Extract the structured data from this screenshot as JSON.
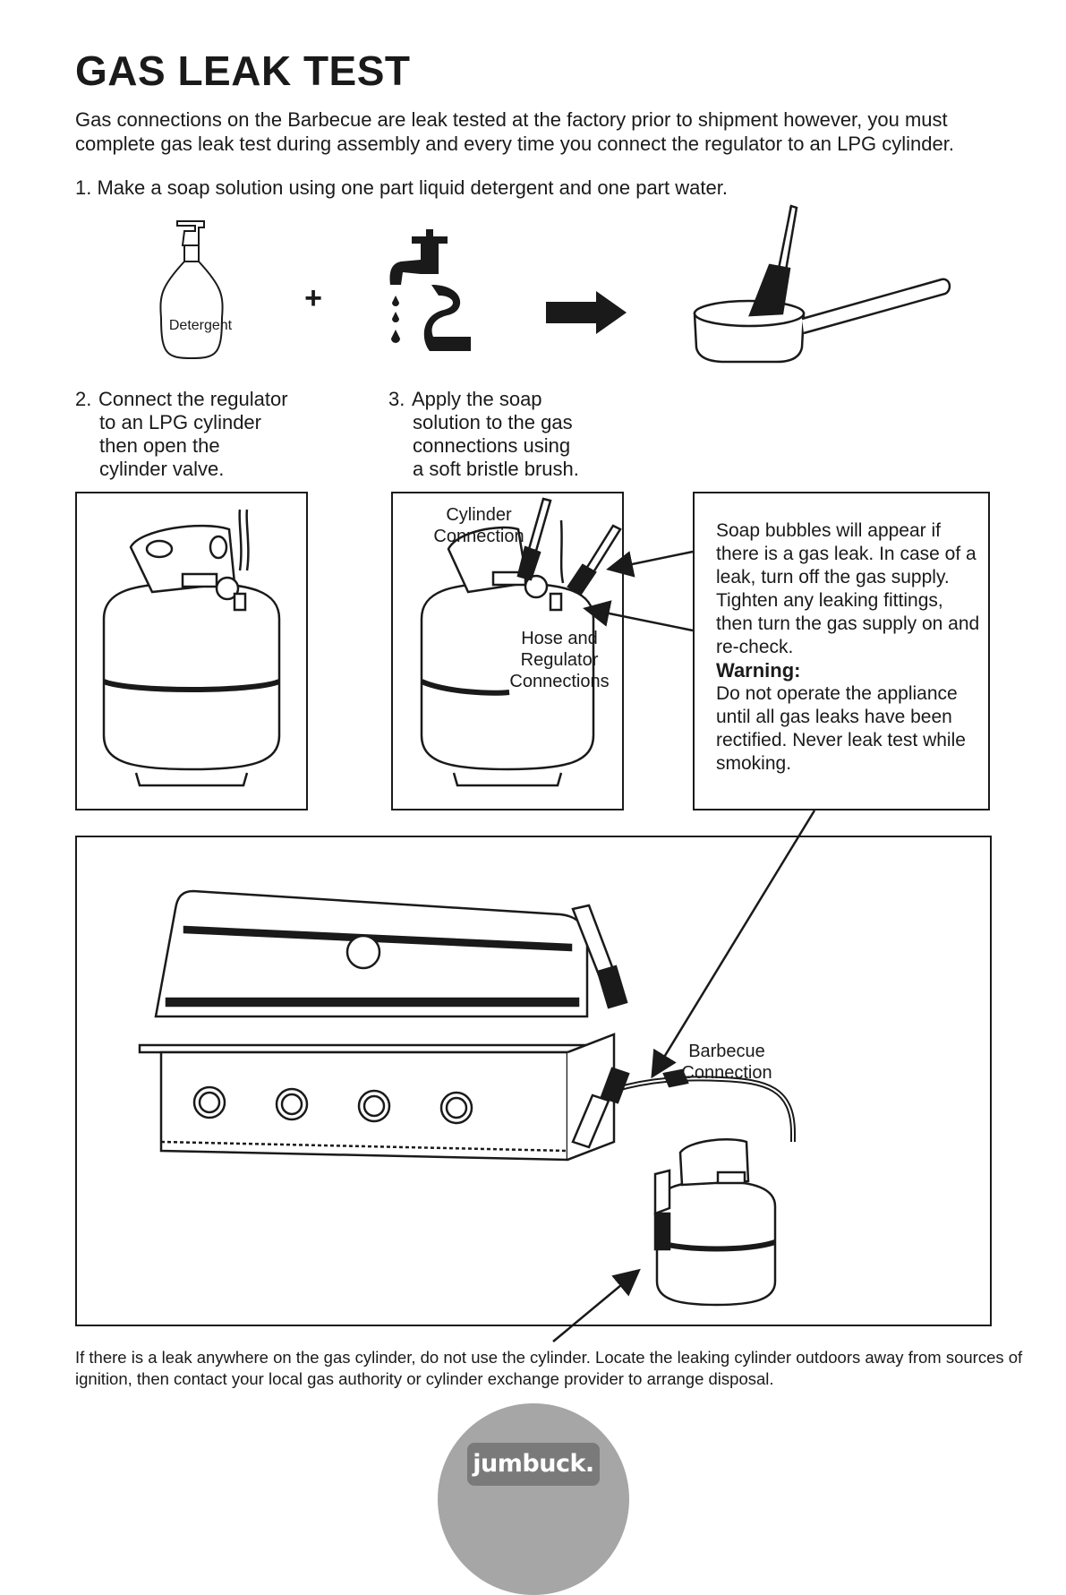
{
  "title": "GAS LEAK TEST",
  "intro": "Gas connections on the Barbecue are leak tested at the factory prior to shipment however, you must complete gas leak test during assembly and every time you connect the regulator to an LPG cylinder.",
  "step1": {
    "text": "1. Make a soap solution using one part liquid detergent and one part water.",
    "detergent_label": "Detergent",
    "plus": "+"
  },
  "step2": {
    "number": "2.",
    "lines": [
      "Connect the regulator",
      "to an LPG cylinder",
      "then open the",
      "cylinder valve."
    ]
  },
  "step3": {
    "number": "3.",
    "lines": [
      "Apply the soap",
      "solution to the gas",
      "connections using",
      "a soft bristle brush."
    ]
  },
  "labels": {
    "cylinder_connection": [
      "Cylinder",
      "Connection"
    ],
    "hose_regulator": [
      "Hose and",
      "Regulator",
      "Connections"
    ],
    "barbecue_connection": [
      "Barbecue",
      "Connection"
    ]
  },
  "info": {
    "text": "Soap bubbles will appear if there is a gas leak. In case of a leak, turn off  the gas supply. Tighten any leaking fittings, then turn the gas supply on and re-check.",
    "warning_heading": "Warning:",
    "warning_text": "Do not operate the appliance until all gas leaks have been rectified. Never leak test while smoking."
  },
  "footer": "If there is a leak anywhere on the gas cylinder, do not use the cylinder. Locate the leaking cylinder outdoors away from sources of ignition, then contact your local gas authority or cylinder exchange provider to arrange disposal.",
  "brand": "jumbuck.",
  "colors": {
    "ink": "#1a1a1a",
    "badge": "#a6a6a6",
    "logo": "#7a7a7a"
  }
}
